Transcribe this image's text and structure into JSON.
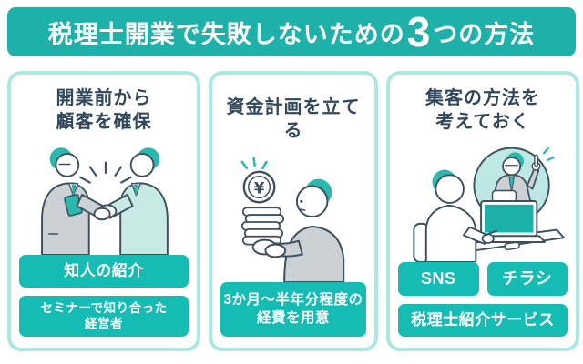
{
  "banner": {
    "text_before": "税理士開業で失敗しないための",
    "big_number": "3",
    "text_after": "つの方法"
  },
  "cards": [
    {
      "id": "secure-customers-before-opening",
      "title_line1": "開業前から",
      "title_line2": "顧客を確保",
      "illustration": "handshake-two-businessmen",
      "labels": {
        "label1": "知人の紹介",
        "label2_line1": "セミナーで知り合った",
        "label2_line2": "経営者"
      }
    },
    {
      "id": "make-funding-plan",
      "title_line1": "資金計画を立てる",
      "illustration": "man-holding-coin-stack",
      "labels": {
        "label1_line1": "3か月〜半年分程度の",
        "label1_line2": "経費を用意"
      }
    },
    {
      "id": "plan-customer-attraction",
      "title_line1": "集客の方法を",
      "title_line2": "考えておく",
      "illustration": "online-consultation-laptop",
      "labels": {
        "label1": "SNS",
        "label2": "チラシ",
        "label3": "税理士紹介サービス"
      }
    }
  ],
  "colors": {
    "banner_bg": "#1db1aa",
    "chip_bg": "#14bcb4",
    "card_border": "#ace8e3",
    "title_text": "#31475a",
    "banner_text": "#ffffff",
    "chip_text": "#ffffff",
    "illustration_teal": "#2bb8ae",
    "illustration_pale_teal": "#bde8e3",
    "illustration_gray": "#ccd1d5",
    "illustration_mint": "#c7eae4",
    "outline": "#3d4f5e"
  }
}
